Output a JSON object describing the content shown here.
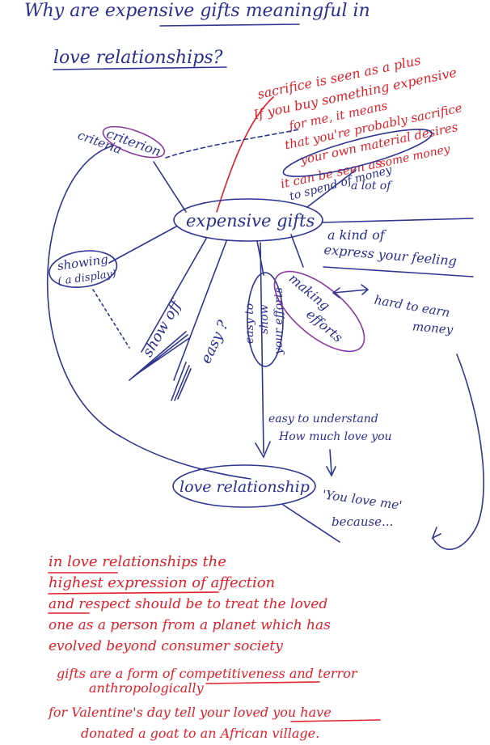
{
  "question": {
    "line1": "Why are expensive gifts meaningful in",
    "line2": "love relationships?"
  },
  "mindmap": {
    "center": "expensive gifts",
    "bottom": "love relationship",
    "nodes": {
      "criterion": "criterion",
      "criteria": "criteria",
      "showing": "showing",
      "display": "( a display)",
      "show_off": "show off",
      "easy": "easy ?",
      "easy_to": "easy to",
      "show": "show",
      "your_efforts": "your efforts",
      "making": "making",
      "efforts": "efforts",
      "hard_to_earn": "hard to earn",
      "money": "money",
      "kind_of": "a kind of",
      "express": "express your feeling",
      "spend_money": "to spend of money",
      "a_lot_of": "a lot of",
      "easy_understand": "easy to understand",
      "how_much": "How much love you",
      "you_love_me": "'You love me'",
      "because": "because..."
    },
    "red_notes": [
      "sacrifice is seen as a plus",
      "If you buy something expensive",
      "for me, it means",
      "that you're probably sacrifice",
      "your own material desires",
      "it can be seen as",
      "some money"
    ]
  },
  "red_paragraphs": [
    "in love relationships the",
    "highest expression of affection",
    "and respect should be to treat the loved",
    "one as a person from a planet which has",
    "evolved beyond consumer society",
    "gifts are a form of competitiveness and terror",
    "anthropologically",
    "for Valentine's day tell your loved you have",
    "donated a goat to an African village."
  ]
}
